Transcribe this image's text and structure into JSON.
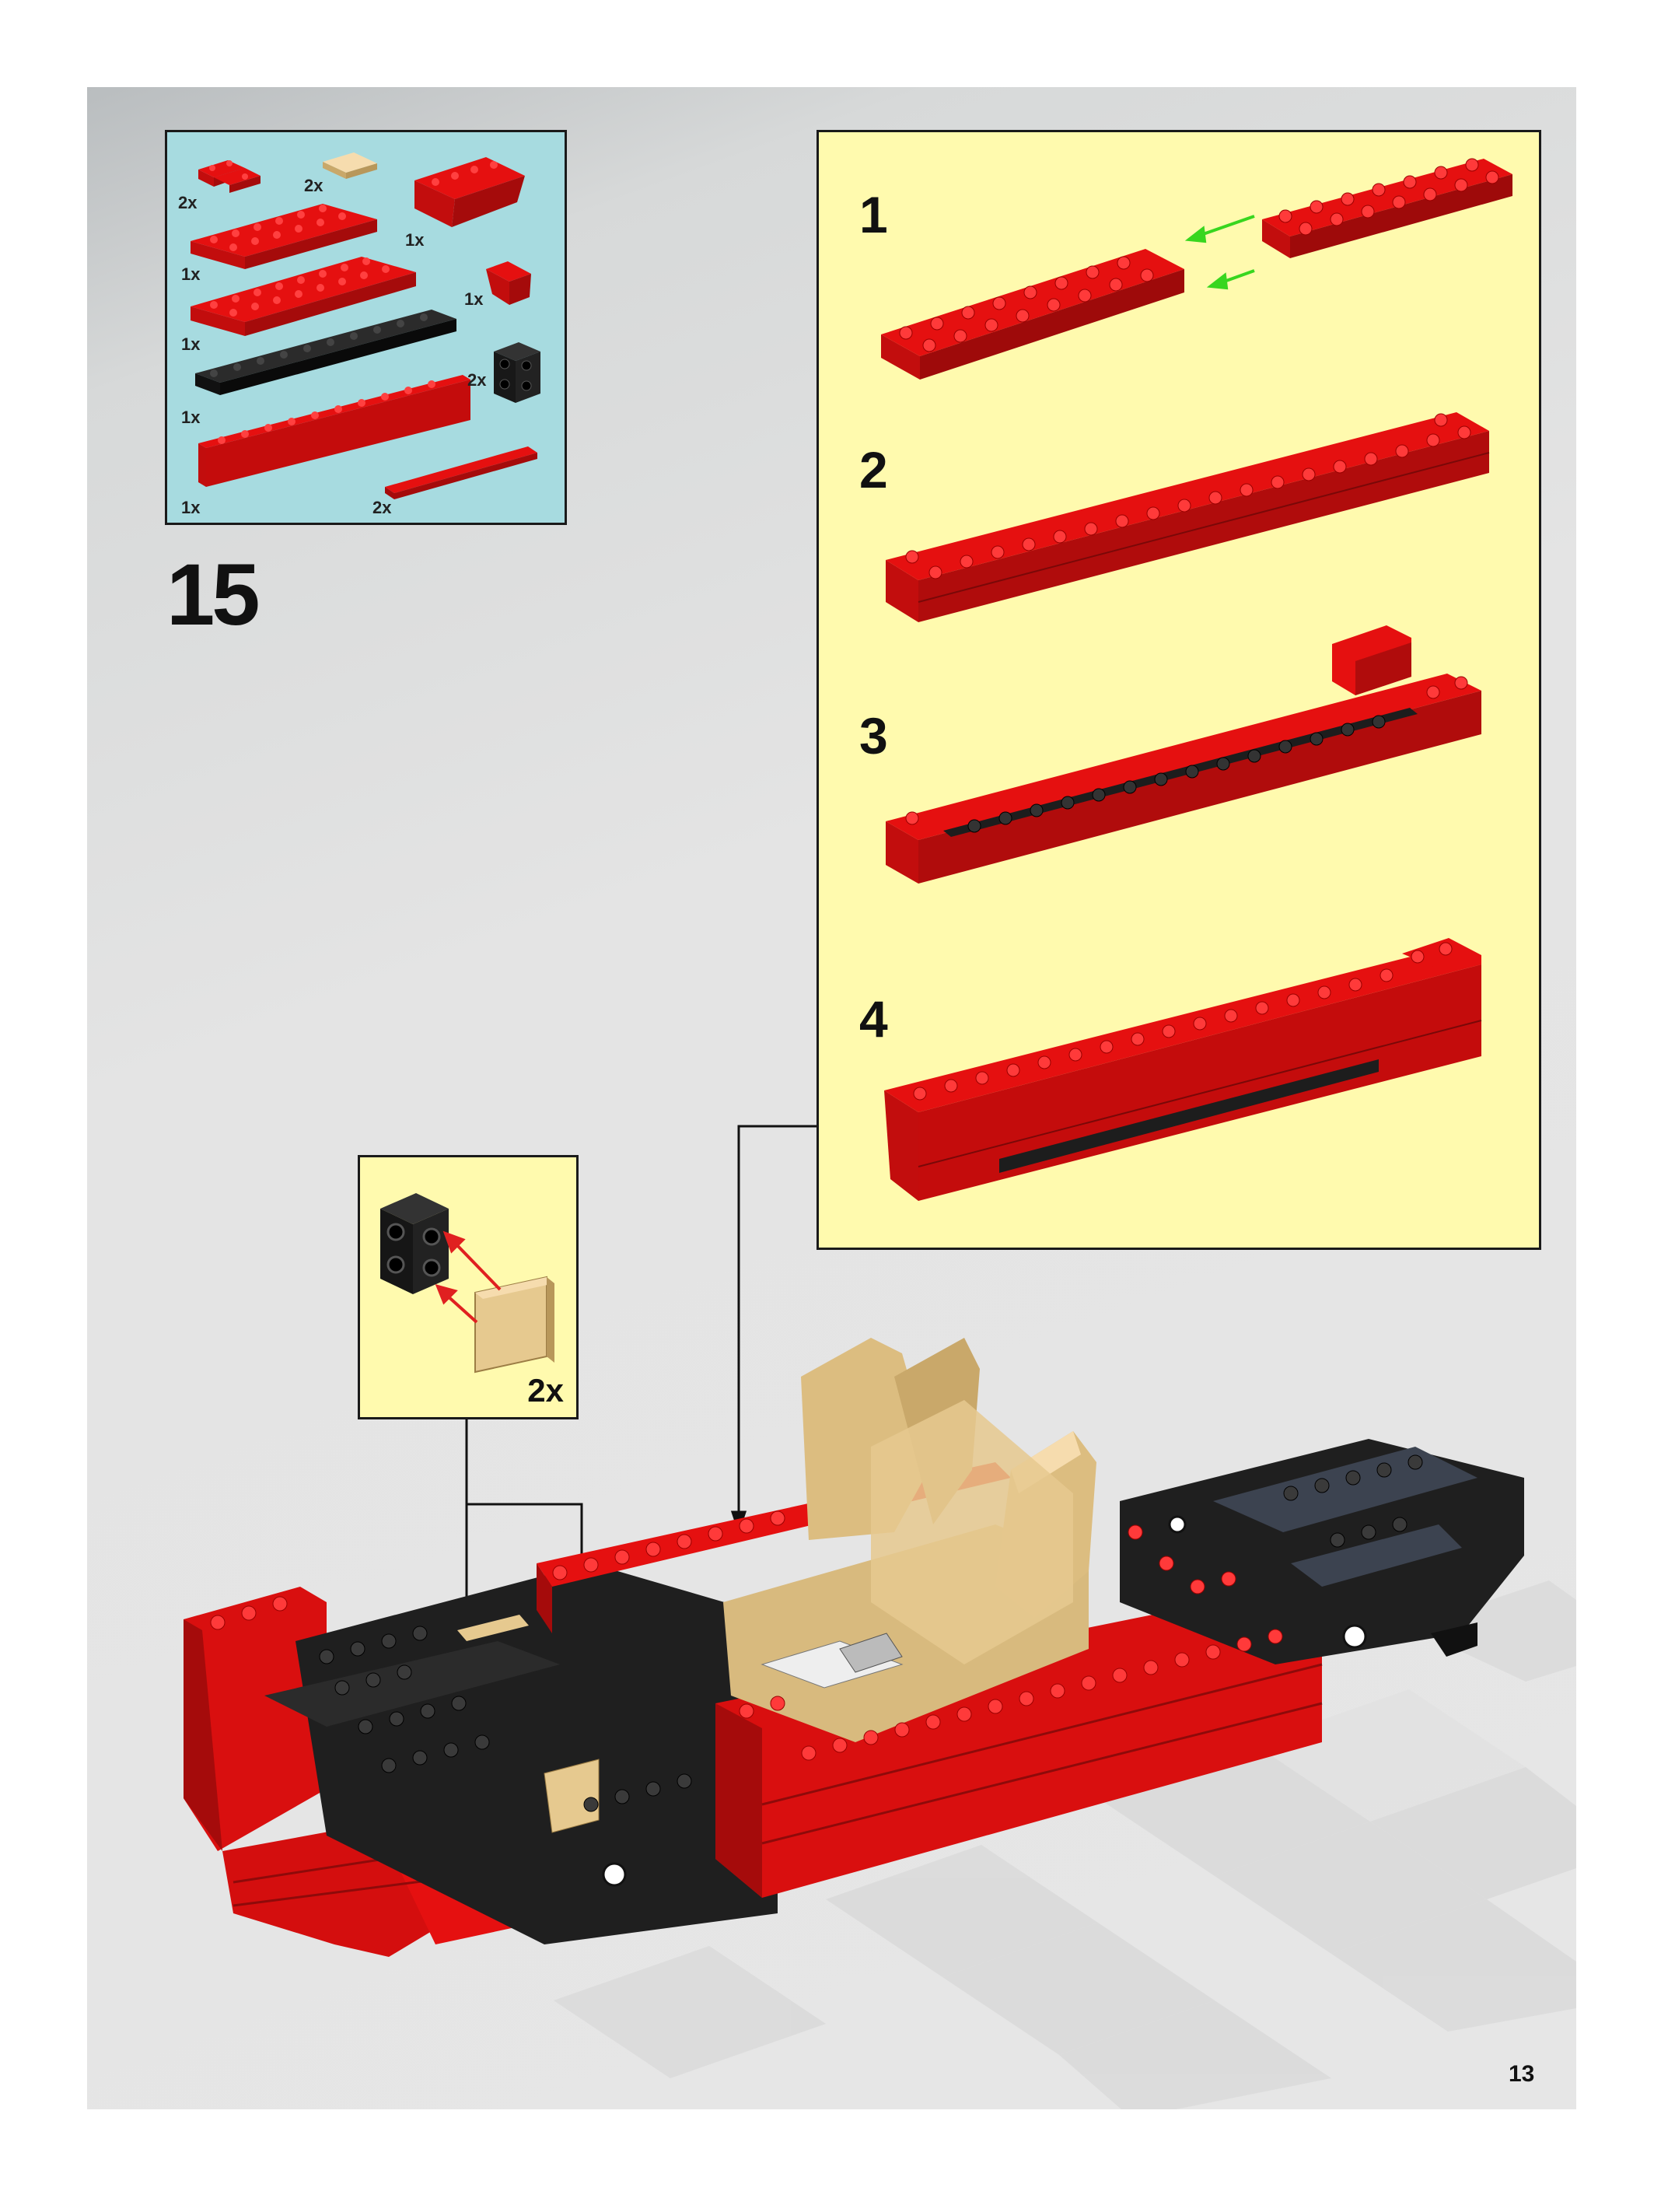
{
  "step": {
    "number": "15",
    "page_number": "13"
  },
  "parts_list": [
    {
      "qty": "2x",
      "color": "red",
      "part": "plate-corner"
    },
    {
      "qty": "2x",
      "color": "tan",
      "part": "tile-2x2"
    },
    {
      "qty": "1x",
      "color": "red",
      "part": "slope-brick"
    },
    {
      "qty": "1x",
      "color": "red",
      "part": "plate-2x6"
    },
    {
      "qty": "1x",
      "color": "red",
      "part": "slope-small"
    },
    {
      "qty": "1x",
      "color": "red",
      "part": "plate-2x8"
    },
    {
      "qty": "2x",
      "color": "black",
      "part": "bracket"
    },
    {
      "qty": "1x",
      "color": "black",
      "part": "plate-1x10"
    },
    {
      "qty": "1x",
      "color": "red",
      "part": "brick-1x10"
    },
    {
      "qty": "2x",
      "color": "red",
      "part": "tile-1x6"
    }
  ],
  "substeps": [
    {
      "label": "1"
    },
    {
      "label": "2"
    },
    {
      "label": "3"
    },
    {
      "label": "4"
    }
  ],
  "bracket_callout": {
    "qty": "2x"
  },
  "colors": {
    "red": "#d90f0f",
    "dark_red": "#8e0a0a",
    "black": "#1f1f1f",
    "tan": "#e6c98f",
    "green_arrow": "#38d61f",
    "red_arrow": "#e02020",
    "parts_bg": "#a7dbe0",
    "callout_bg": "#fffaae"
  }
}
